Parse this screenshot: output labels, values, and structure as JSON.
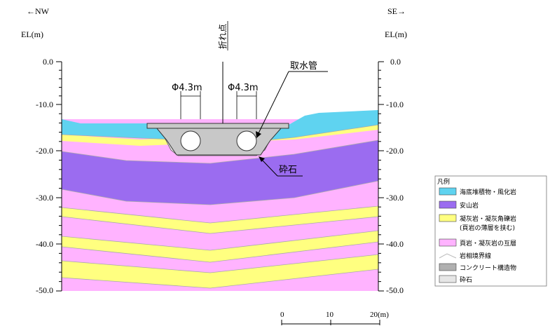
{
  "direction": {
    "left": "←NW",
    "right": "SE→"
  },
  "axis": {
    "unit_label": "EL(m)",
    "ticks": [
      "0.0",
      "-10.0",
      "-20.0",
      "-30.0",
      "-40.0",
      "-50.0"
    ]
  },
  "break_point_label": "折れ点",
  "annotations": {
    "pipe_label": "取水管",
    "gravel_label": "砕石",
    "diameter_left": "Φ4.3m",
    "diameter_right": "Φ4.3m"
  },
  "scale_bar": {
    "labels": [
      "0",
      "10",
      "20(m)"
    ]
  },
  "legend": {
    "title": "凡例",
    "items": [
      {
        "label": "海底堆積物・風化岩",
        "color": "#5fd3f0",
        "kind": "fill"
      },
      {
        "label": "安山岩",
        "color": "#9b6cf0",
        "kind": "fill"
      },
      {
        "label": "凝灰岩・凝灰角礫岩",
        "label2": "(頁岩の薄層を挟む)",
        "color": "#ffff80",
        "kind": "fill"
      },
      {
        "label": "頁岩・凝灰岩の互層",
        "color": "#ffb3ff",
        "kind": "fill"
      },
      {
        "label": "岩相境界線",
        "color": "#bbbbbb",
        "kind": "line"
      },
      {
        "label": "コンクリート構造物",
        "color": "#b0b0b0",
        "kind": "fill"
      },
      {
        "label": "砕石",
        "color": "#e6e6e6",
        "kind": "fill"
      }
    ]
  },
  "colors": {
    "sediment": "#5fd3f0",
    "andesite": "#9b6cf0",
    "tuff": "#ffff80",
    "shale": "#ffb3ff",
    "concrete": "#c8c8c8",
    "gravel": "#e6e6e6"
  }
}
